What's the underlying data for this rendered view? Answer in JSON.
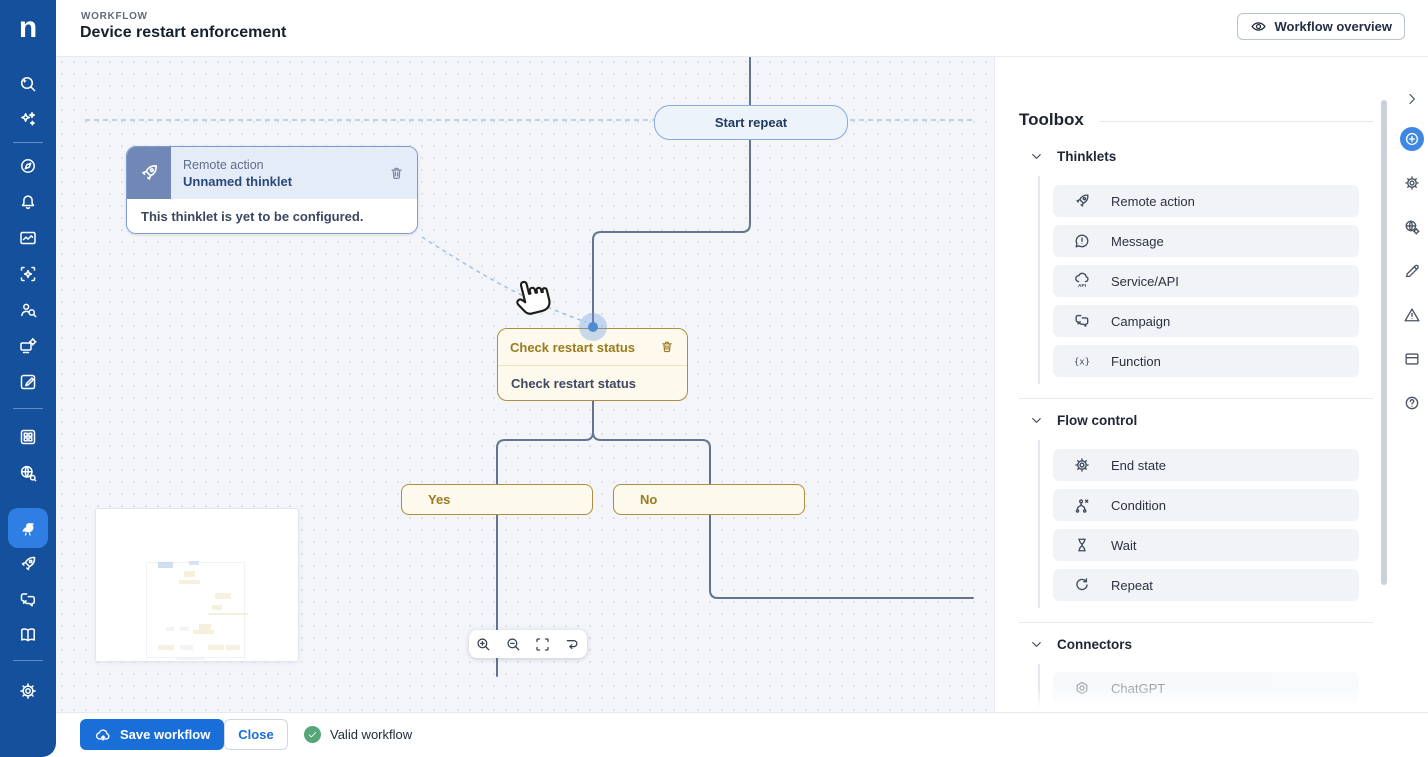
{
  "header": {
    "eyebrow": "WORKFLOW",
    "title": "Device restart enforcement",
    "overview_button": "Workflow overview"
  },
  "sidebar": {
    "logo": "n",
    "icons": [
      "global-search-icon",
      "ai-sparkles-icon",
      "dashboard-compass-icon",
      "notifications-bell-icon",
      "monitoring-chart-icon",
      "scan-sparkle-icon",
      "user-audit-icon",
      "device-gear-icon",
      "tasks-edit-icon",
      "apps-grid-icon",
      "discovery-globe-icon",
      "workflow-builder-icon",
      "automation-rocket-icon",
      "messaging-icon",
      "docs-book-icon",
      "settings-gear-icon"
    ],
    "active_icon": "workflow-builder-icon"
  },
  "canvas": {
    "start_repeat_label": "Start repeat",
    "thinklet_card": {
      "type_label": "Remote action",
      "name": "Unnamed thinklet",
      "body": "This thinklet is yet to be configured."
    },
    "condition_node": {
      "title": "Check restart status",
      "subtitle": "Check restart status"
    },
    "yes_label": "Yes",
    "no_label": "No",
    "zoom_controls": [
      "zoom-in-icon",
      "zoom-out-icon",
      "fit-view-icon",
      "auto-layout-icon"
    ]
  },
  "toolbox": {
    "title": "Toolbox",
    "sections": [
      {
        "label": "Thinklets",
        "items": [
          {
            "icon": "rocket-icon",
            "label": "Remote action"
          },
          {
            "icon": "message-icon",
            "label": "Message"
          },
          {
            "icon": "cloud-api-icon",
            "label": "Service/API"
          },
          {
            "icon": "campaign-icon",
            "label": "Campaign"
          },
          {
            "icon": "function-icon",
            "label": "Function"
          }
        ]
      },
      {
        "label": "Flow control",
        "items": [
          {
            "icon": "end-state-icon",
            "label": "End state"
          },
          {
            "icon": "condition-icon",
            "label": "Condition"
          },
          {
            "icon": "wait-icon",
            "label": "Wait"
          },
          {
            "icon": "repeat-icon",
            "label": "Repeat"
          }
        ]
      },
      {
        "label": "Connectors",
        "items": [
          {
            "icon": "chatgpt-icon",
            "label": "ChatGPT"
          }
        ]
      }
    ]
  },
  "right_rail": {
    "icons": [
      "collapse-chevron-icon",
      "add-node-icon",
      "settings-gear-icon",
      "globe-gear-icon",
      "pencil-icon",
      "warning-triangle-icon",
      "panel-layout-icon",
      "help-circle-icon"
    ],
    "active_icon": "add-node-icon"
  },
  "footer": {
    "save_label": "Save workflow",
    "close_label": "Close",
    "status_label": "Valid workflow"
  },
  "colors": {
    "sidebar": "#15509c",
    "sidebar_active": "#2e7ee3",
    "accent_blue": "#1a6ed8",
    "wire": "#64748f",
    "dashed_blue": "#a6c4e9",
    "node_cream_bg": "#fdf9ec",
    "node_gold_border": "#ac8d41",
    "node_gold_text": "#9a7b20",
    "card_header_bg": "#e4ecf8",
    "card_icon_bg": "#7187b6",
    "valid_green": "#55a679"
  }
}
